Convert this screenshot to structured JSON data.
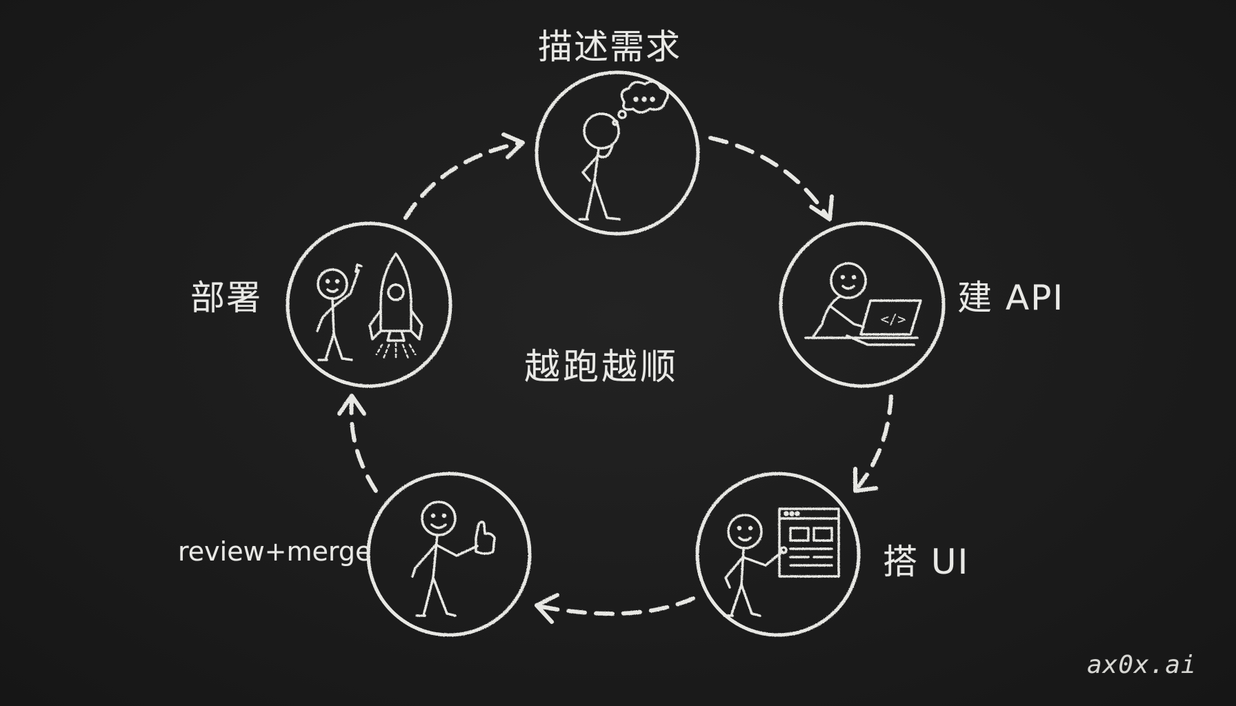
{
  "diagram": {
    "center_label": "越跑越顺",
    "nodes": [
      {
        "id": "describe",
        "label": "描述需求",
        "icon": "thinking-person-icon"
      },
      {
        "id": "api",
        "label": "建 API",
        "icon": "person-at-laptop-icon"
      },
      {
        "id": "ui",
        "label": "搭 UI",
        "icon": "person-presenting-ui-icon"
      },
      {
        "id": "review",
        "label": "review+merge",
        "icon": "person-thumbs-up-icon"
      },
      {
        "id": "deploy",
        "label": "部署",
        "icon": "person-waving-rocket-icon"
      }
    ],
    "laptop_code": "</>",
    "chalk_color": "#e8e8e4",
    "background_color": "#1b1b1b"
  },
  "watermark": "ax0x.ai"
}
